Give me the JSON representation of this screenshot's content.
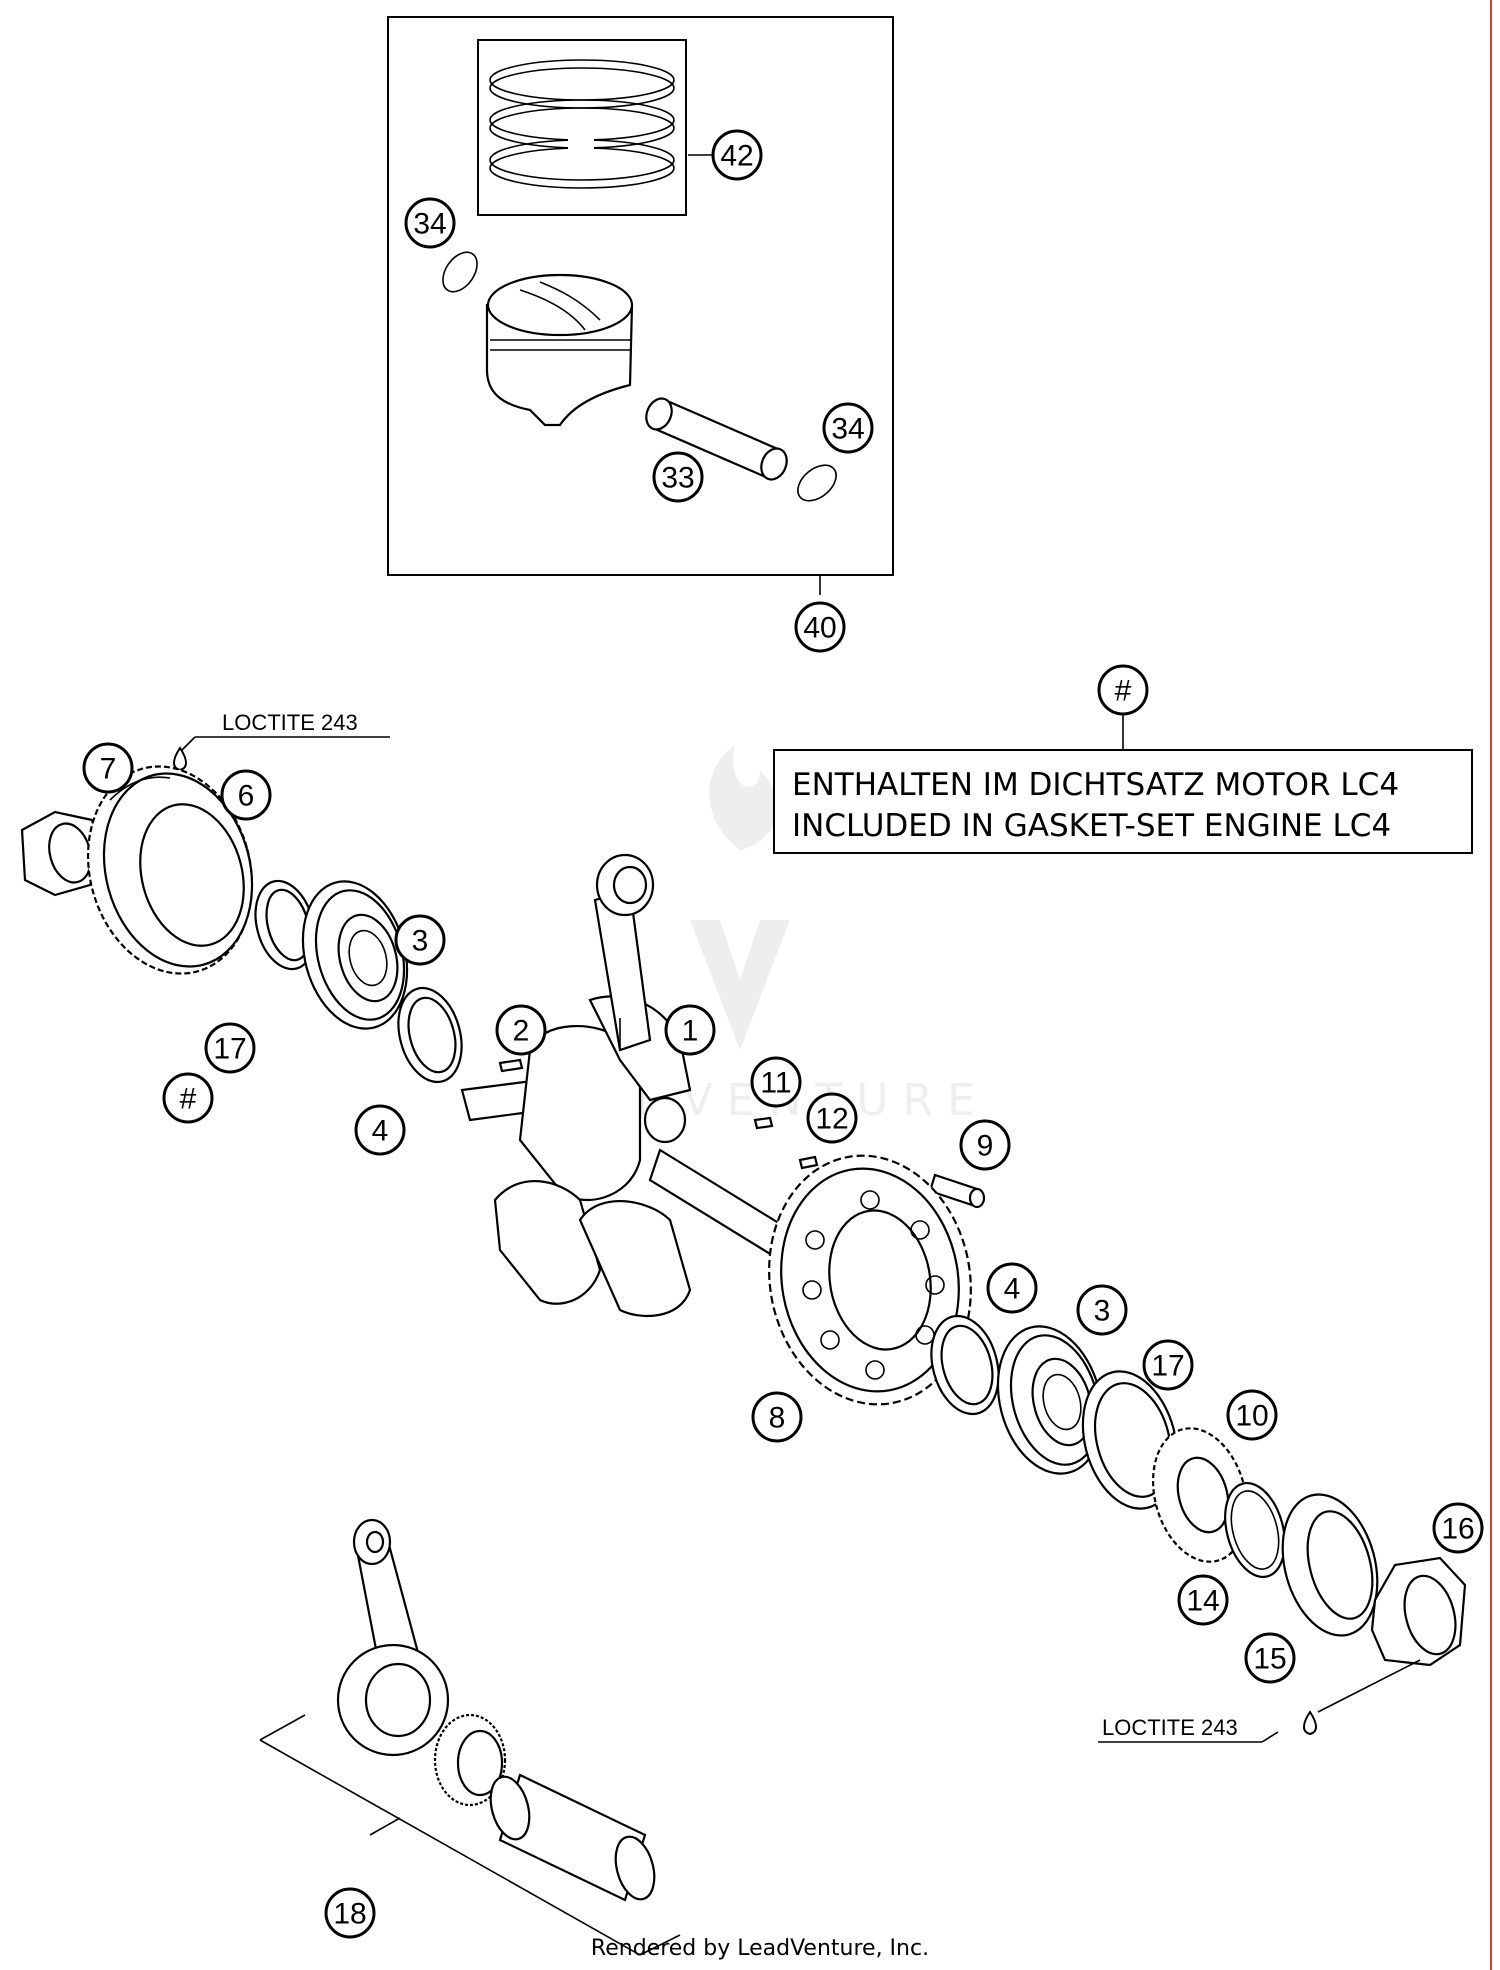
{
  "diagram": {
    "callouts": [
      {
        "id": "c42",
        "label": "42"
      },
      {
        "id": "c34a",
        "label": "34"
      },
      {
        "id": "c34b",
        "label": "34"
      },
      {
        "id": "c33",
        "label": "33"
      },
      {
        "id": "c40",
        "label": "40"
      },
      {
        "id": "c7",
        "label": "7"
      },
      {
        "id": "c6",
        "label": "6"
      },
      {
        "id": "c3a",
        "label": "3"
      },
      {
        "id": "c17a",
        "label": "17"
      },
      {
        "id": "chash1",
        "label": "#"
      },
      {
        "id": "c4a",
        "label": "4"
      },
      {
        "id": "c2",
        "label": "2"
      },
      {
        "id": "c1",
        "label": "1"
      },
      {
        "id": "c11",
        "label": "11"
      },
      {
        "id": "c12",
        "label": "12"
      },
      {
        "id": "c9",
        "label": "9"
      },
      {
        "id": "c4b",
        "label": "4"
      },
      {
        "id": "c3b",
        "label": "3"
      },
      {
        "id": "c17b",
        "label": "17"
      },
      {
        "id": "c8",
        "label": "8"
      },
      {
        "id": "c10",
        "label": "10"
      },
      {
        "id": "c16",
        "label": "16"
      },
      {
        "id": "c14",
        "label": "14"
      },
      {
        "id": "c15",
        "label": "15"
      },
      {
        "id": "c18",
        "label": "18"
      },
      {
        "id": "chash2",
        "label": "#"
      }
    ],
    "loctite_top": "LOCTITE 243",
    "loctite_bottom": "LOCTITE 243",
    "gasket_note": {
      "line1": "ENTHALTEN IM DICHTSATZ MOTOR LC4",
      "line2": "INCLUDED IN GASKET-SET ENGINE LC4"
    },
    "watermark": "LEADVENTURE",
    "footer": "Rendered by LeadVenture, Inc."
  },
  "colors": {
    "line": "#000000",
    "background": "#ffffff",
    "right_border": "#e03a3a"
  }
}
